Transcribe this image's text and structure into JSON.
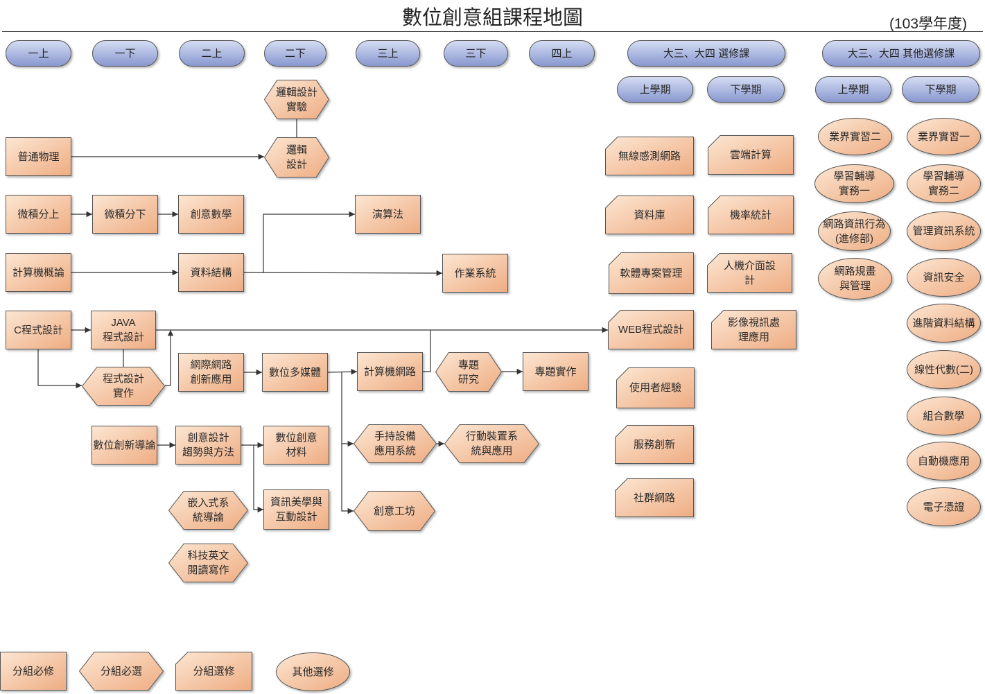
{
  "header": {
    "title": "數位創意組課程地圖",
    "year": "(103學年度)"
  },
  "colors": {
    "course_fill_light": "#fbe0c8",
    "course_fill_dark": "#eeb088",
    "semester_fill_light": "#cdd6f0",
    "semester_fill_dark": "#8c9dd2",
    "stroke": "#555555"
  },
  "semesters": [
    "一上",
    "一下",
    "二上",
    "二下",
    "三上",
    "三下",
    "四上",
    "大三、大四 選修課",
    "大三、大四 其他選修課"
  ],
  "sub_semesters": [
    "上學期",
    "下學期",
    "上學期",
    "下學期"
  ],
  "required": {
    "physics": "普通物理",
    "calc1": "微積分上",
    "calc2": "微積分下",
    "creative_math": "創意數學",
    "algorithms": "演算法",
    "intro_cs": "計算機概論",
    "data_structures": "資料結構",
    "os": "作業系統",
    "c_prog": "C程式設計",
    "java": "JAVA\n程式設計",
    "internet_app": "網際網路\n創新應用",
    "multimedia": "數位多媒體",
    "networks": "計算機網路",
    "capstone": "專題實作",
    "digital_innovation": "數位創新導論",
    "design_trends": "創意設計\n趨勢與方法",
    "digital_materials": "數位創意\n材料",
    "info_aesthetics": "資訊美學與\n互動設計"
  },
  "required_elective": {
    "logic_lab": "邏輯設計\n實驗",
    "logic": "邏輯\n設計",
    "prog_practice": "程式設計\n實作",
    "project_research": "專題\n研究",
    "handheld": "手持設備\n應用系統",
    "mobile": "行動裝置系\n統與應用",
    "embedded": "嵌入式系\n統導論",
    "workshop": "創意工坊",
    "tech_english": "科技英文\n閱讀寫作"
  },
  "electives": {
    "wsn": "無線感測網路",
    "cloud": "雲端計算",
    "database": "資料庫",
    "probability": "機率統計",
    "sw_pm": "軟體專案管理",
    "hci": "人機介面設\n計",
    "web": "WEB程式設計",
    "video": "影像視訊處\n理應用",
    "ux": "使用者經驗",
    "service": "服務創新",
    "social": "社群網路"
  },
  "other_electives": {
    "intern2": "業界實習二",
    "intern1": "業界實習一",
    "tutor1": "學習輔導\n實務一",
    "tutor2": "學習輔導\n實務二",
    "net_behavior": "網路資訊行為\n(進修部)",
    "mis": "管理資訊系統",
    "net_planning": "網路規畫\n與管理",
    "security": "資訊安全",
    "adv_ds": "進階資料結構",
    "linear2": "線性代數(二)",
    "combinatorics": "組合數學",
    "automata": "自動機應用",
    "ecert": "電子憑證"
  },
  "legend": {
    "required": "分組必修",
    "required_elective": "分組必選",
    "elective": "分組選修",
    "other": "其他選修"
  }
}
